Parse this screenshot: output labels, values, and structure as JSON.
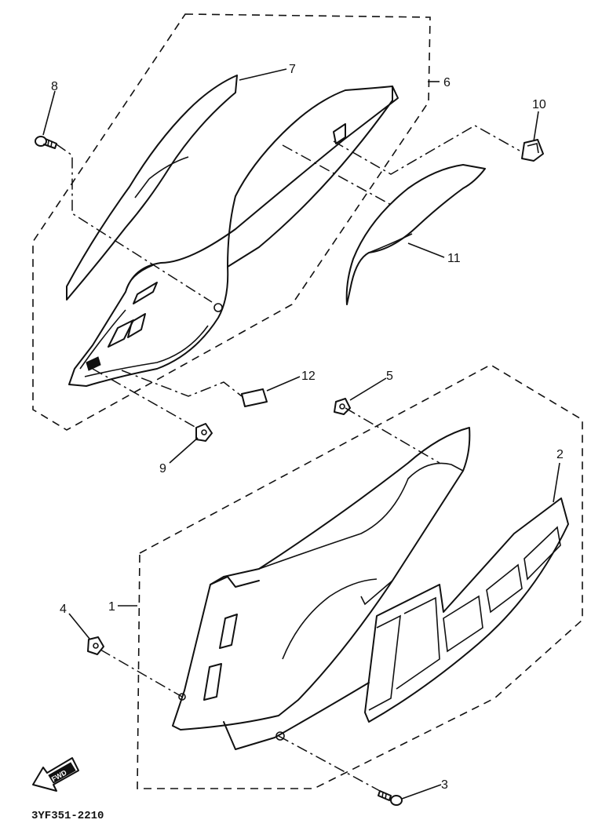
{
  "drawing_code": "3YF351-2210",
  "direction_mark": "FWD",
  "part_labels": [
    "1",
    "2",
    "3",
    "4",
    "5",
    "6",
    "7",
    "8",
    "9",
    "10",
    "11",
    "12"
  ]
}
